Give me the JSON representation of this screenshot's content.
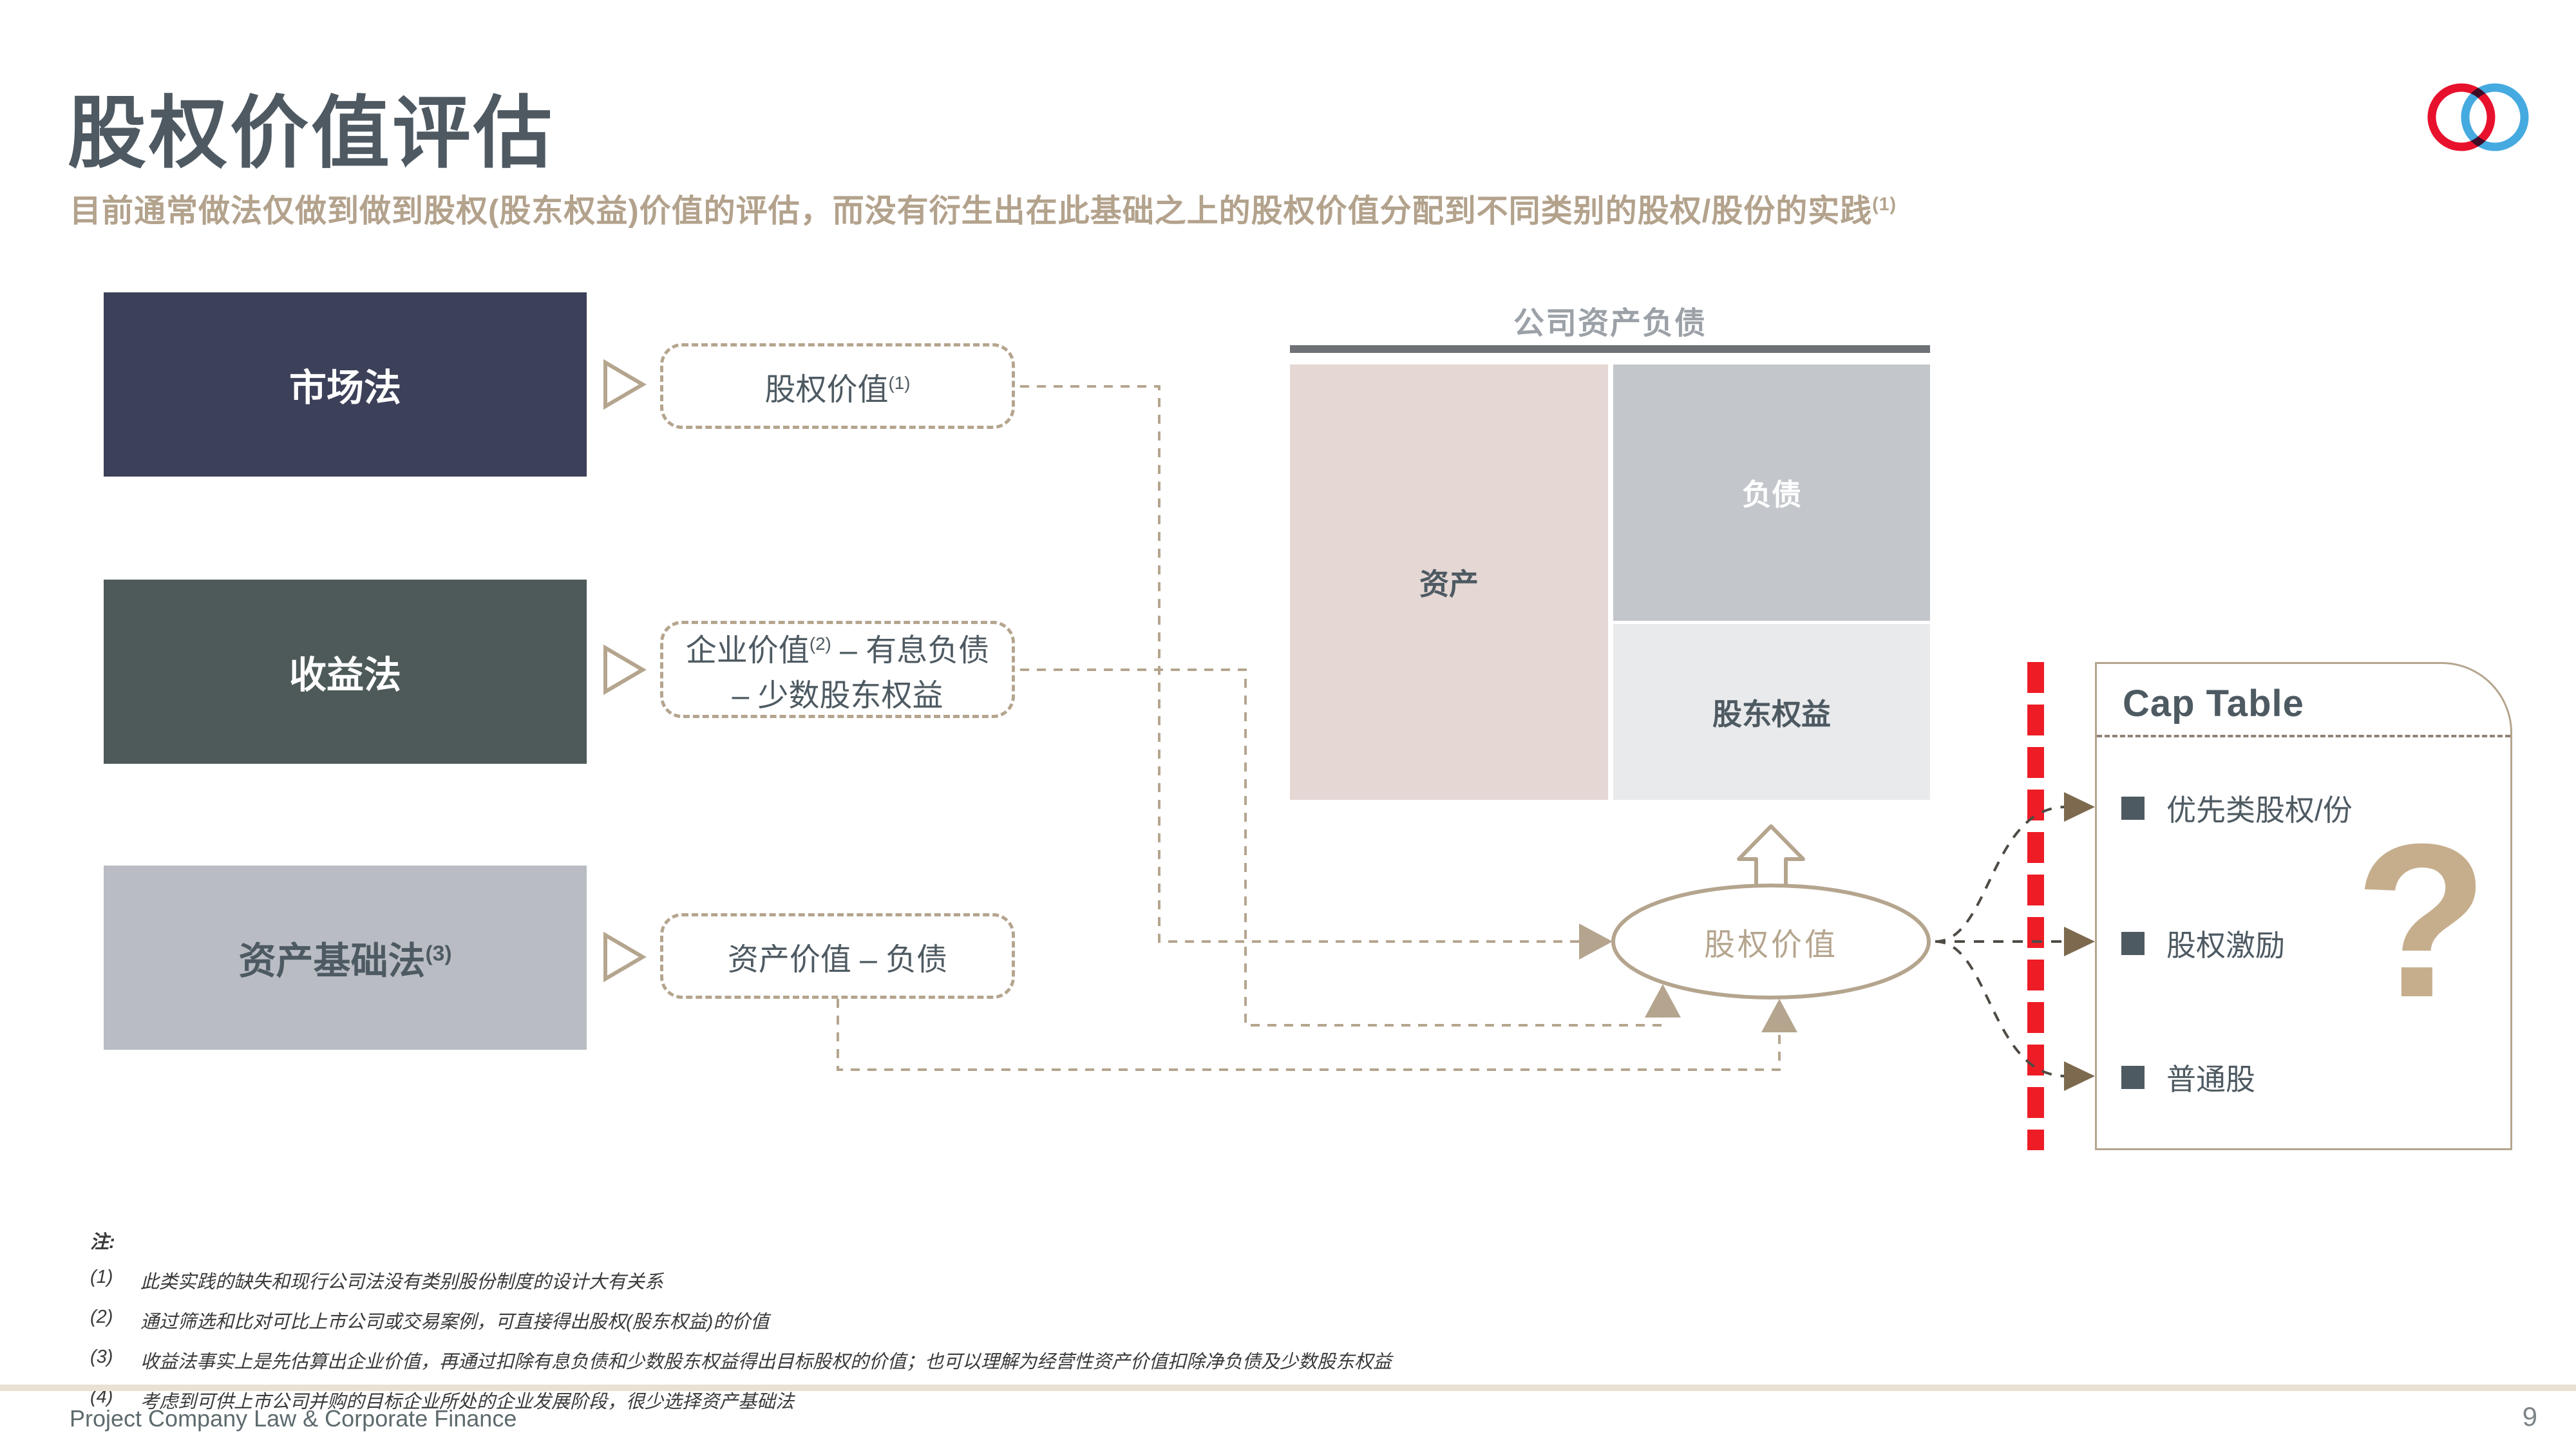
{
  "header": {
    "title": "股权价值评估",
    "subtitle": "目前通常做法仅做到做到股权(股东权益)价值的评估，而没有衍生出在此基础之上的股权价值分配到不同类别的股权/股份的实践",
    "subtitle_sup": "(1)"
  },
  "methods": [
    {
      "label": "市场法",
      "label_sup": "",
      "formula": "股权价值",
      "formula_sup": "(1)",
      "formula_rest": ""
    },
    {
      "label": "收益法",
      "label_sup": "",
      "formula": "企业价值",
      "formula_sup": "(2)",
      "formula_rest": " – 有息负债 – 少数股东权益"
    },
    {
      "label": "资产基础法",
      "label_sup": "(3)",
      "formula": "资产价值 – 负债",
      "formula_sup": "",
      "formula_rest": ""
    }
  ],
  "balance_sheet": {
    "title": "公司资产负债",
    "assets": "资产",
    "liabilities": "负债",
    "equity": "股东权益"
  },
  "ellipse": {
    "label": "股权价值"
  },
  "cap_table": {
    "title": "Cap Table",
    "items": [
      {
        "label": "优先类股权/份"
      },
      {
        "label": "股权激励"
      },
      {
        "label": "普通股"
      }
    ],
    "question_mark": "?"
  },
  "footnotes": {
    "label": "注:",
    "items": [
      {
        "num": "(1)",
        "text": "此类实践的缺失和现行公司法没有类别股份制度的设计大有关系"
      },
      {
        "num": "(2)",
        "text": "通过筛选和比对可比上市公司或交易案例，可直接得出股权(股东权益)的价值"
      },
      {
        "num": "(3)",
        "text": "收益法事实上是先估算出企业价值，再通过扣除有息负债和少数股东权益得出目标股权的价值；也可以理解为经营性资产价值扣除净负债及少数股东权益"
      },
      {
        "num": "(4)",
        "text": "考虑到可供上市公司并购的目标企业所处的企业发展阶段，很少选择资产基础法"
      }
    ]
  },
  "footer": {
    "project": "Project Company Law & Corporate Finance",
    "page": "9"
  },
  "colors": {
    "accent_tan": "#b5a58e",
    "dark_slate": "#4e5a62",
    "navy_box": "#3d4059",
    "slate_box": "#4d5a59",
    "gray_box": "#b9bdc3",
    "assets_pink": "#e4d7d4",
    "liabilities_gray": "#c3c7cc",
    "equity_gray": "#e9eaec",
    "red_dash": "#ee1c25",
    "logo_red": "#e8112d",
    "logo_blue": "#45aae0",
    "question_tan": "#c6ae8d"
  },
  "icons": {
    "logo": "venn-circles-logo",
    "method_arrow": "triangle-right-icon",
    "equity_arrow": "block-arrow-up-icon"
  }
}
